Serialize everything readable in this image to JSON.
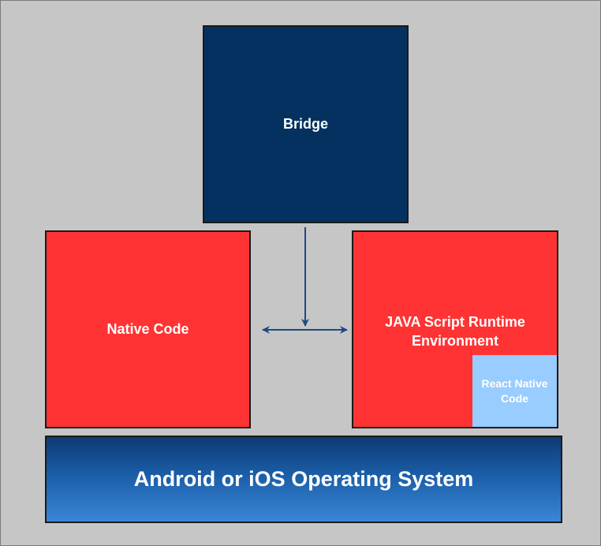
{
  "diagram": {
    "bridge": {
      "label": "Bridge",
      "color": "#04315f"
    },
    "native_code": {
      "label": "Native Code",
      "color": "#ff3333"
    },
    "js_runtime": {
      "label": "JAVA Script Runtime Environment",
      "color": "#ff3333"
    },
    "react_native_code": {
      "label": "React Native Code",
      "color": "#99ccff"
    },
    "os": {
      "label": "Android or iOS Operating System",
      "gradient_top": "#0d3a73",
      "gradient_mid": "#1b5ea8",
      "gradient_bottom": "#3a86d6"
    },
    "arrow_color": "#1b4a82",
    "background": "#c6c6c6"
  }
}
